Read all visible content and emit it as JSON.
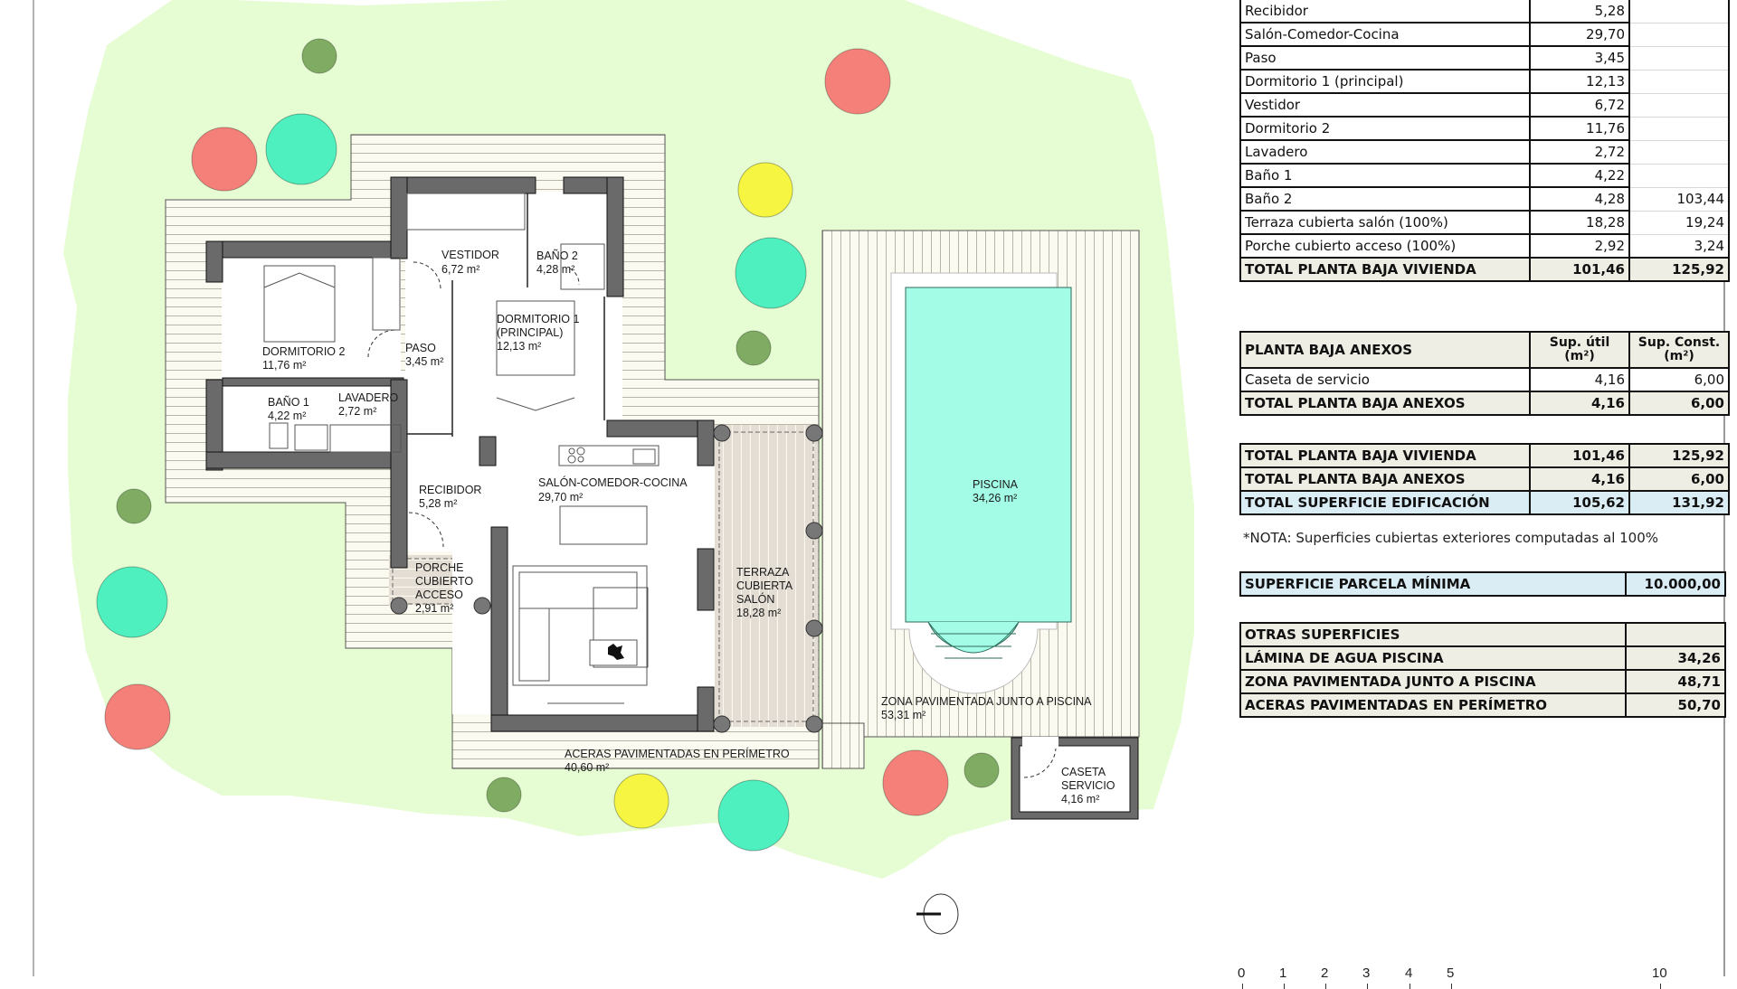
{
  "rooms_table": {
    "rows": [
      {
        "name": "Recibidor",
        "util": "5,28",
        "const": ""
      },
      {
        "name": "Salón-Comedor-Cocina",
        "util": "29,70",
        "const": ""
      },
      {
        "name": "Paso",
        "util": "3,45",
        "const": ""
      },
      {
        "name": "Dormitorio 1 (principal)",
        "util": "12,13",
        "const": ""
      },
      {
        "name": "Vestidor",
        "util": "6,72",
        "const": ""
      },
      {
        "name": "Dormitorio 2",
        "util": "11,76",
        "const": ""
      },
      {
        "name": "Lavadero",
        "util": "2,72",
        "const": ""
      },
      {
        "name": "Baño 1",
        "util": "4,22",
        "const": ""
      },
      {
        "name": "Baño 2",
        "util": "4,28",
        "const": "103,44"
      },
      {
        "name": "Terraza cubierta salón (100%)",
        "util": "18,28",
        "const": "19,24"
      },
      {
        "name": "Porche cubierto acceso (100%)",
        "util": "2,92",
        "const": "3,24"
      }
    ],
    "total": {
      "name": "TOTAL PLANTA BAJA VIVIENDA",
      "util": "101,46",
      "const": "125,92"
    }
  },
  "anexos_table": {
    "header": {
      "name": "PLANTA BAJA ANEXOS",
      "util": "Sup. útil (m²)",
      "const": "Sup. Const. (m²)"
    },
    "rows": [
      {
        "name": "Caseta de servicio",
        "util": "4,16",
        "const": "6,00"
      }
    ],
    "total": {
      "name": "TOTAL PLANTA BAJA ANEXOS",
      "util": "4,16",
      "const": "6,00"
    }
  },
  "summary_table": {
    "vivienda": {
      "name": "TOTAL PLANTA BAJA VIVIENDA",
      "util": "101,46",
      "const": "125,92"
    },
    "anexos": {
      "name": "TOTAL PLANTA BAJA ANEXOS",
      "util": "4,16",
      "const": "6,00"
    },
    "edificacion": {
      "name": "TOTAL SUPERFICIE EDIFICACIÓN",
      "util": "105,62",
      "const": "131,92"
    }
  },
  "note": "*NOTA: Superficies cubiertas exteriores computadas al 100%",
  "parcela": {
    "name": "SUPERFICIE PARCELA MÍNIMA",
    "value": "10.000,00"
  },
  "otras": {
    "header": "OTRAS SUPERFICIES",
    "rows": [
      {
        "name": "LÁMINA DE AGUA PISCINA",
        "value": "34,26"
      },
      {
        "name": "ZONA PAVIMENTADA JUNTO A PISCINA",
        "value": "48,71"
      },
      {
        "name": "ACERAS PAVIMENTADAS EN PERÍMETRO",
        "value": "50,70"
      }
    ]
  },
  "plan_labels": {
    "vestidor": {
      "name": "VESTIDOR",
      "area": "6,72 m²"
    },
    "bano2": {
      "name": "BAÑO 2",
      "area": "4,28 m²"
    },
    "dormitorio2": {
      "name": "DORMITORIO 2",
      "area": "11,76 m²"
    },
    "paso": {
      "name": "PASO",
      "area": "3,45 m²"
    },
    "dormitorio1": {
      "name1": "DORMITORIO 1",
      "name2": "(PRINCIPAL)",
      "area": "12,13 m²"
    },
    "bano1": {
      "name": "BAÑO 1",
      "area": "4,22 m²"
    },
    "lavadero": {
      "name": "LAVADERO",
      "area": "2,72 m²"
    },
    "recibidor": {
      "name": "RECIBIDOR",
      "area": "5,28 m²"
    },
    "salon": {
      "name": "SALÓN-COMEDOR-COCINA",
      "area": "29,70 m²"
    },
    "porche": {
      "name1": "PORCHE",
      "name2": "CUBIERTO",
      "name3": "ACCESO",
      "area": "2,91 m²"
    },
    "terraza": {
      "name1": "TERRAZA",
      "name2": "CUBIERTA",
      "name3": "SALÓN",
      "area": "18,28 m²"
    },
    "piscina": {
      "name": "PISCINA",
      "area": "34,26 m²"
    },
    "zona_pav": {
      "name": "ZONA PAVIMENTADA JUNTO A PISCINA",
      "area": "53,31 m²"
    },
    "aceras": {
      "name": "ACERAS PAVIMENTADAS EN PERÍMETRO",
      "area": "40,60 m²"
    },
    "caseta": {
      "name1": "CASETA",
      "name2": "SERVICIO",
      "area": "4,16 m²"
    }
  },
  "scale_bar": {
    "ticks": [
      "0",
      "1",
      "2",
      "3",
      "4",
      "5",
      "10"
    ]
  },
  "colors": {
    "garden": "#e6fcd2",
    "deck": "#fbfaf0",
    "wall": "#6a6a6a",
    "pool": "#a3fde6",
    "covered": "#e3ddd5",
    "tree_red": "#f5807a",
    "tree_teal": "#4ef0c0",
    "tree_yellow": "#f5f542",
    "tree_green": "#7fac62",
    "table_total": "#eeeee4",
    "table_blue": "#daecf4"
  }
}
